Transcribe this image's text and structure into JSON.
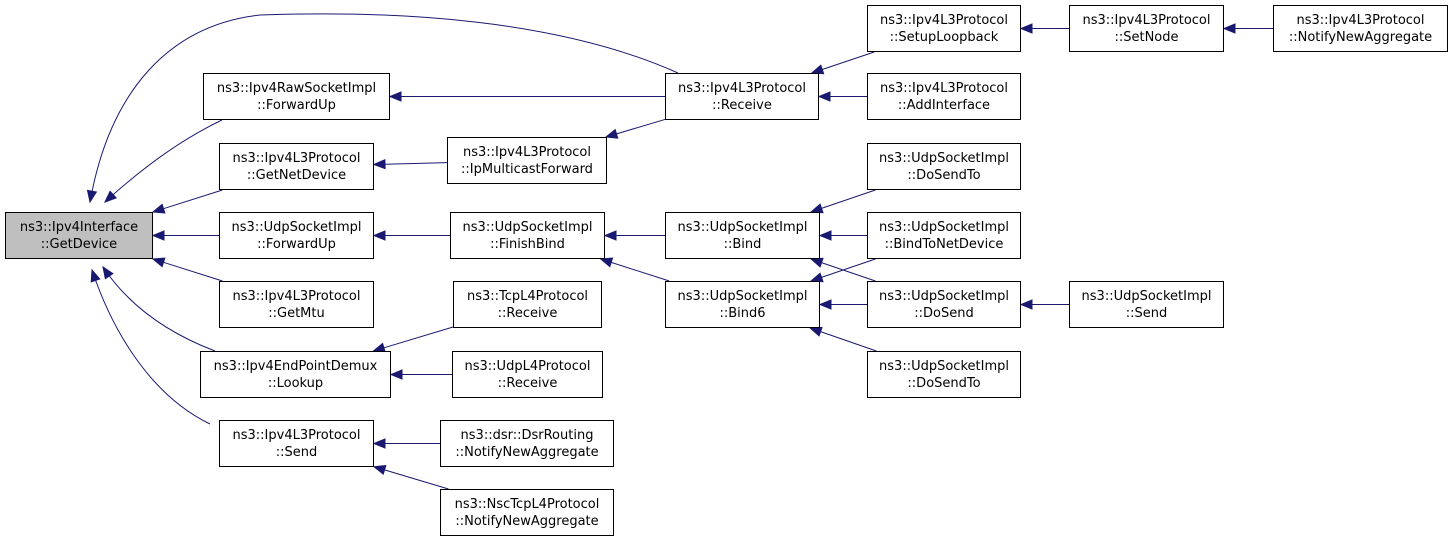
{
  "graph": {
    "edge_color": "#191970",
    "current_fill": "#bfbfbf",
    "nodes": [
      {
        "id": "n0",
        "line1": "ns3::Ipv4Interface",
        "line2": "::GetDevice",
        "current": true
      },
      {
        "id": "n1",
        "line1": "ns3::Ipv4RawSocketImpl",
        "line2": "::ForwardUp"
      },
      {
        "id": "n2",
        "line1": "ns3::Ipv4L3Protocol",
        "line2": "::GetNetDevice"
      },
      {
        "id": "n3",
        "line1": "ns3::UdpSocketImpl",
        "line2": "::ForwardUp"
      },
      {
        "id": "n4",
        "line1": "ns3::Ipv4L3Protocol",
        "line2": "::GetMtu"
      },
      {
        "id": "n5",
        "line1": "ns3::Ipv4EndPointDemux",
        "line2": "::Lookup"
      },
      {
        "id": "n6",
        "line1": "ns3::Ipv4L3Protocol",
        "line2": "::Send"
      },
      {
        "id": "n7",
        "line1": "ns3::Ipv4L3Protocol",
        "line2": "::Receive"
      },
      {
        "id": "n8",
        "line1": "ns3::Ipv4L3Protocol",
        "line2": "::IpMulticastForward"
      },
      {
        "id": "n9",
        "line1": "ns3::UdpSocketImpl",
        "line2": "::FinishBind"
      },
      {
        "id": "n10",
        "line1": "ns3::TcpL4Protocol",
        "line2": "::Receive"
      },
      {
        "id": "n11",
        "line1": "ns3::UdpL4Protocol",
        "line2": "::Receive"
      },
      {
        "id": "n12",
        "line1": "ns3::dsr::DsrRouting",
        "line2": "::NotifyNewAggregate"
      },
      {
        "id": "n13",
        "line1": "ns3::NscTcpL4Protocol",
        "line2": "::NotifyNewAggregate"
      },
      {
        "id": "n14",
        "line1": "ns3::UdpSocketImpl",
        "line2": "::Bind"
      },
      {
        "id": "n15",
        "line1": "ns3::UdpSocketImpl",
        "line2": "::Bind6"
      },
      {
        "id": "n16",
        "line1": "ns3::Ipv4L3Protocol",
        "line2": "::SetupLoopback"
      },
      {
        "id": "n17",
        "line1": "ns3::Ipv4L3Protocol",
        "line2": "::AddInterface"
      },
      {
        "id": "n18",
        "line1": "ns3::UdpSocketImpl",
        "line2": "::DoSendTo"
      },
      {
        "id": "n19",
        "line1": "ns3::UdpSocketImpl",
        "line2": "::BindToNetDevice"
      },
      {
        "id": "n20",
        "line1": "ns3::UdpSocketImpl",
        "line2": "::DoSend"
      },
      {
        "id": "n21",
        "line1": "ns3::UdpSocketImpl",
        "line2": "::DoSendTo"
      },
      {
        "id": "n22",
        "line1": "ns3::Ipv4L3Protocol",
        "line2": "::SetNode"
      },
      {
        "id": "n23",
        "line1": "ns3::UdpSocketImpl",
        "line2": "::Send"
      },
      {
        "id": "n24",
        "line1": "ns3::Ipv4L3Protocol",
        "line2": "::NotifyNewAggregate"
      }
    ],
    "edges": [
      {
        "from": "n1",
        "to": "n0"
      },
      {
        "from": "n2",
        "to": "n0"
      },
      {
        "from": "n3",
        "to": "n0"
      },
      {
        "from": "n4",
        "to": "n0"
      },
      {
        "from": "n5",
        "to": "n0"
      },
      {
        "from": "n6",
        "to": "n0"
      },
      {
        "from": "n7",
        "to": "n0"
      },
      {
        "from": "n7",
        "to": "n1"
      },
      {
        "from": "n8",
        "to": "n2"
      },
      {
        "from": "n7",
        "to": "n8"
      },
      {
        "from": "n9",
        "to": "n3"
      },
      {
        "from": "n14",
        "to": "n9"
      },
      {
        "from": "n15",
        "to": "n9"
      },
      {
        "from": "n10",
        "to": "n5"
      },
      {
        "from": "n11",
        "to": "n5"
      },
      {
        "from": "n12",
        "to": "n6"
      },
      {
        "from": "n13",
        "to": "n6"
      },
      {
        "from": "n16",
        "to": "n7"
      },
      {
        "from": "n17",
        "to": "n7"
      },
      {
        "from": "n22",
        "to": "n16"
      },
      {
        "from": "n24",
        "to": "n22"
      },
      {
        "from": "n18",
        "to": "n14"
      },
      {
        "from": "n19",
        "to": "n14"
      },
      {
        "from": "n20",
        "to": "n14"
      },
      {
        "from": "n19",
        "to": "n15"
      },
      {
        "from": "n20",
        "to": "n15"
      },
      {
        "from": "n21",
        "to": "n15"
      },
      {
        "from": "n23",
        "to": "n20"
      }
    ]
  }
}
